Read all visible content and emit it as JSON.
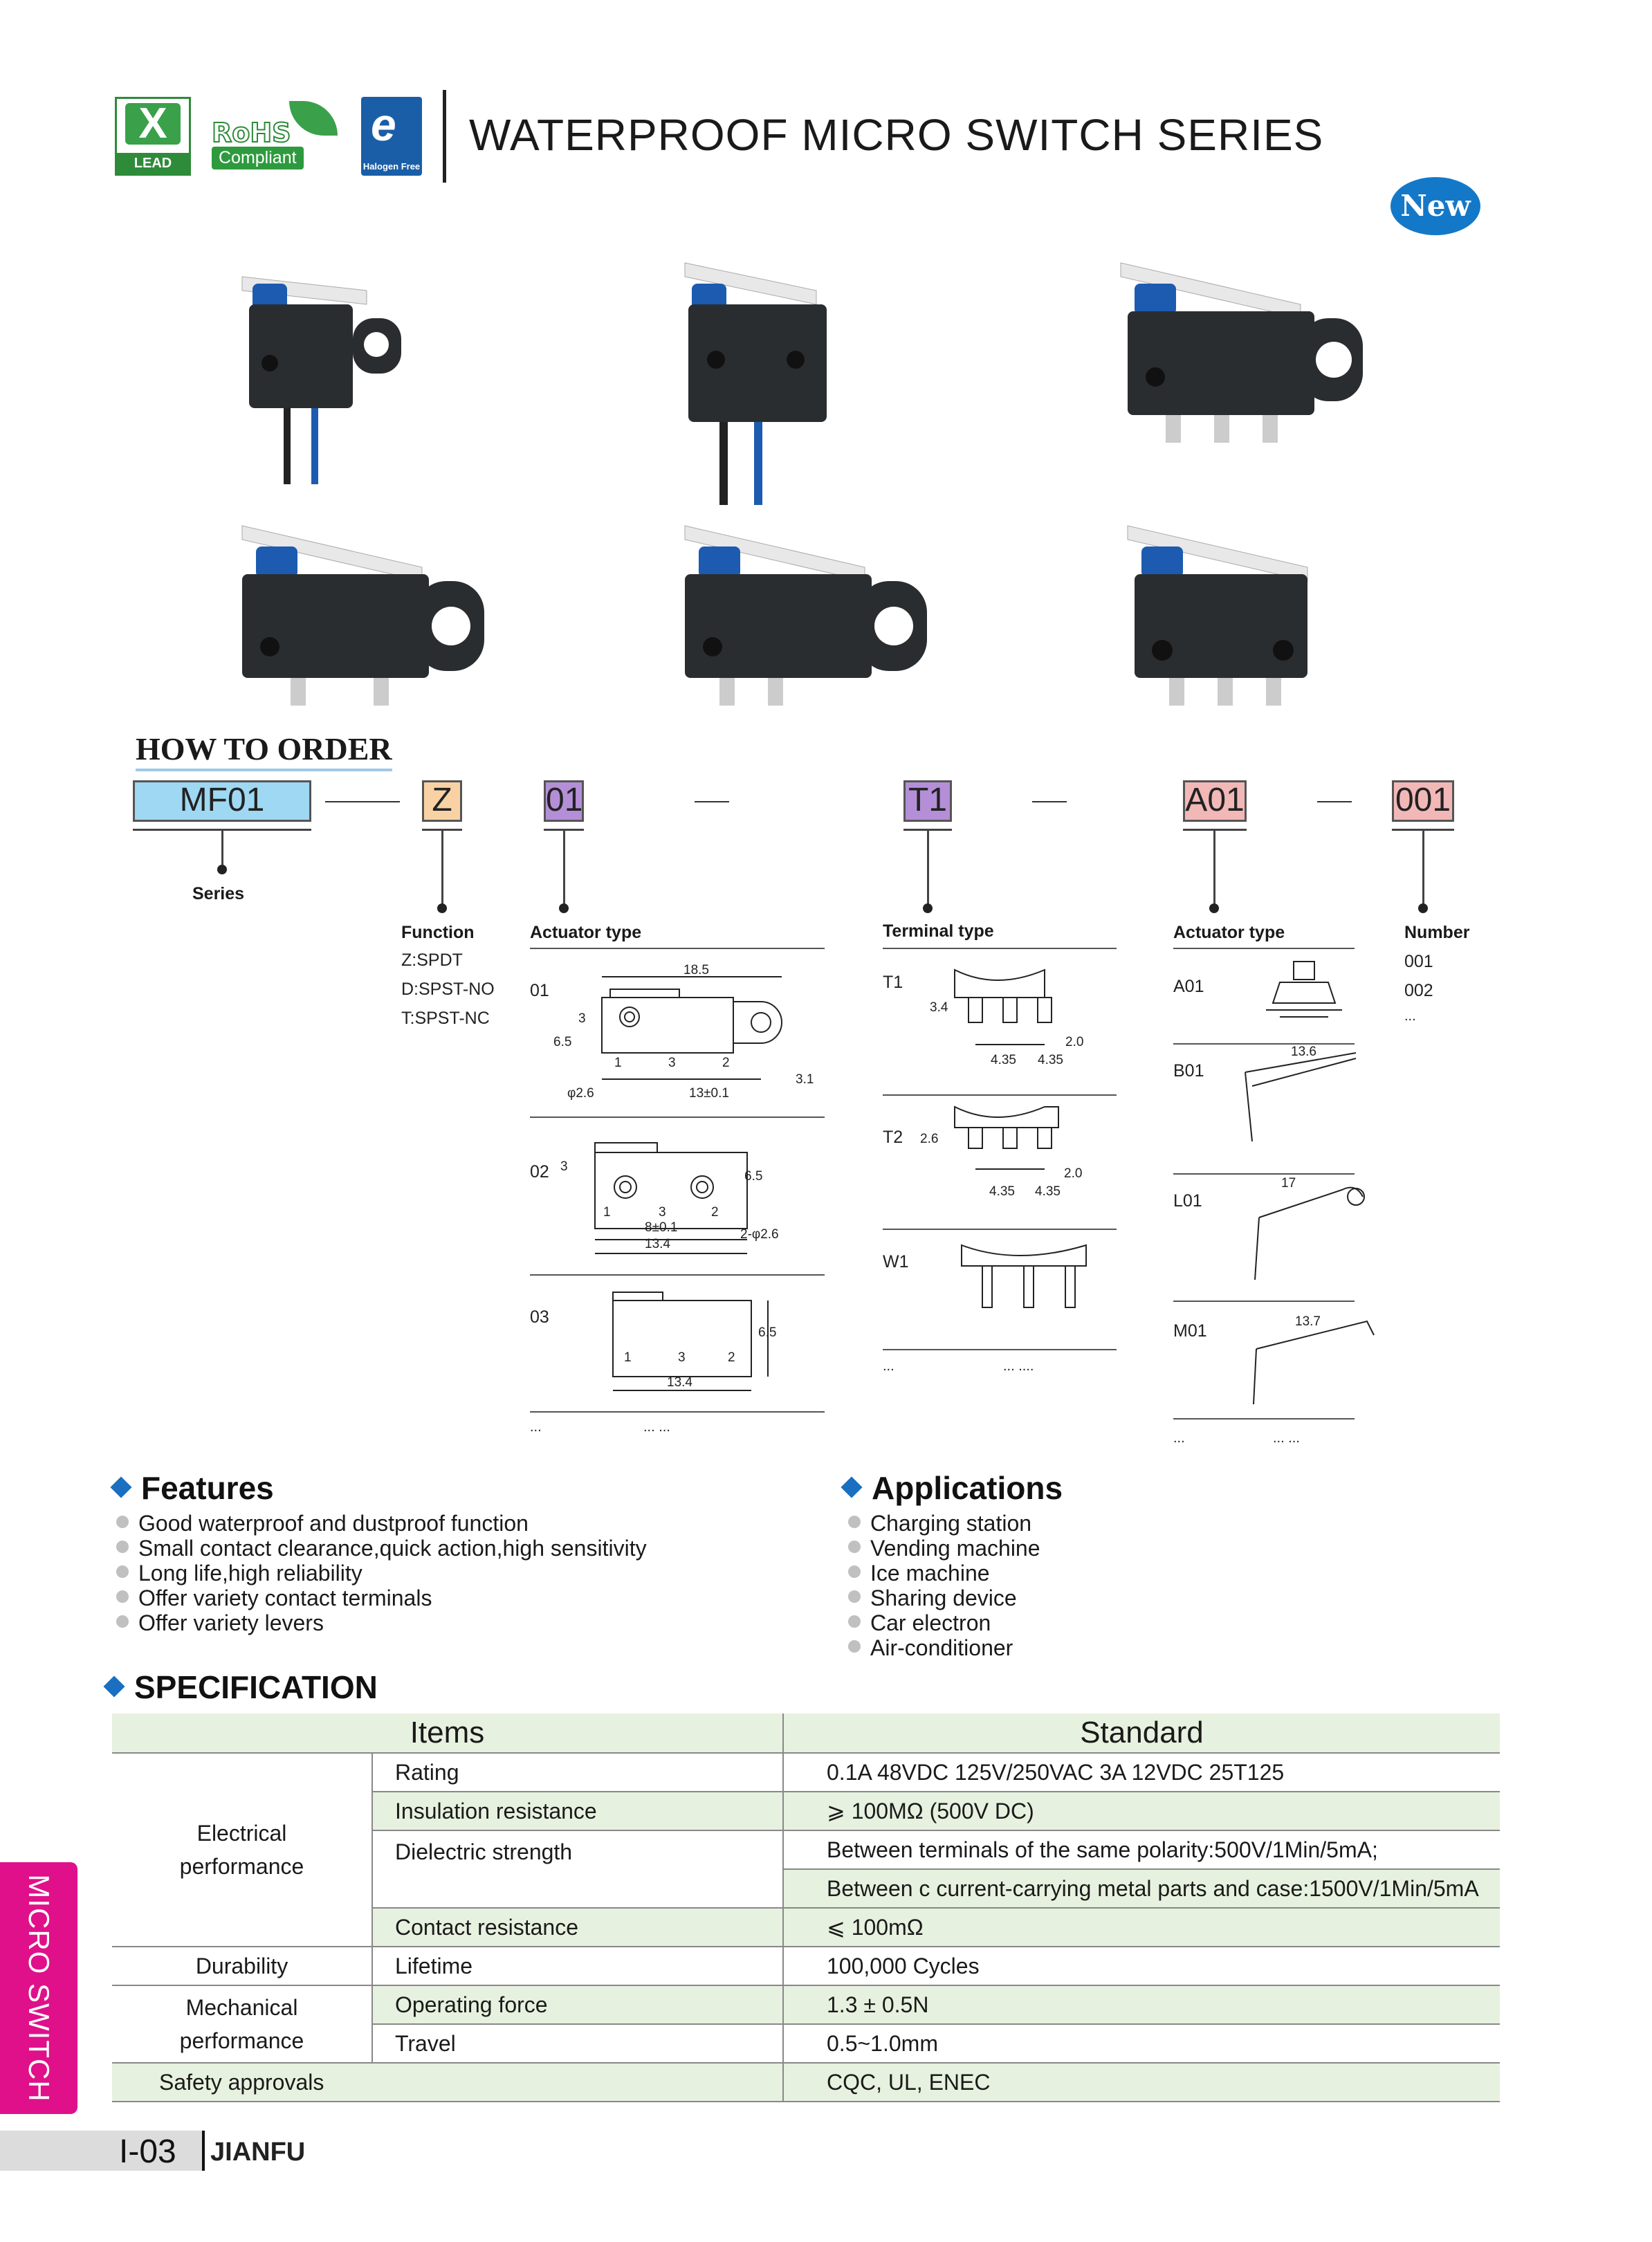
{
  "header": {
    "cert_lead_free": "LEAD FREE",
    "cert_rohs": "RoHS",
    "cert_rohs_compliant": "Compliant",
    "cert_halogen_free": "Halogen Free",
    "title": "WATERPROOF MICRO SWITCH SERIES",
    "new_badge": "New"
  },
  "how_to_order": {
    "title": "HOW TO ORDER",
    "codes": [
      {
        "text": "MF01",
        "color": "#9fd8f2"
      },
      {
        "text": "Z",
        "color": "#f8d2a4"
      },
      {
        "text": "01",
        "color": "#b48fd8"
      },
      {
        "text": "T1",
        "color": "#b48fd8"
      },
      {
        "text": "A01",
        "color": "#f2b8b8"
      },
      {
        "text": "001",
        "color": "#f2b8b8"
      }
    ],
    "dash": "—",
    "series_label": "Series",
    "function": {
      "label": "Function",
      "options": [
        "Z:SPDT",
        "D:SPST-NO",
        "T:SPST-NC"
      ]
    },
    "actuator_type_1": {
      "label": "Actuator type",
      "items": [
        {
          "code": "01",
          "dims": [
            "18.5",
            "3",
            "6.5",
            "φ2.6",
            "13±0.1",
            "3.1",
            "1",
            "3",
            "2"
          ]
        },
        {
          "code": "02",
          "dims": [
            "3",
            "6.5",
            "8±0.1",
            "13.4",
            "2-φ2.6",
            "1",
            "3",
            "2"
          ]
        },
        {
          "code": "03",
          "dims": [
            "6.5",
            "13.4",
            "1",
            "3",
            "2"
          ]
        }
      ],
      "more": "...",
      "more2": "... ..."
    },
    "terminal_type": {
      "label": "Terminal type",
      "items": [
        {
          "code": "T1",
          "dims": [
            "3.4",
            "4.35",
            "4.35",
            "2.0"
          ]
        },
        {
          "code": "T2",
          "dims": [
            "2.6",
            "4.35",
            "4.35",
            "2.0"
          ]
        },
        {
          "code": "W1",
          "dims": []
        }
      ],
      "more": "...",
      "more2": "... ...."
    },
    "actuator_type_2": {
      "label": "Actuator type",
      "items": [
        {
          "code": "A01",
          "dims": []
        },
        {
          "code": "B01",
          "dims": [
            "13.6"
          ]
        },
        {
          "code": "L01",
          "dims": [
            "17"
          ]
        },
        {
          "code": "M01",
          "dims": [
            "13.7"
          ]
        }
      ],
      "more": "...",
      "more2": "... ..."
    },
    "number": {
      "label": "Number",
      "options": [
        "001",
        "002",
        "..."
      ]
    }
  },
  "features": {
    "title": "Features",
    "items": [
      "Good waterproof and dustproof function",
      "Small contact clearance,quick action,high sensitivity",
      "Long life,high reliability",
      "Offer variety contact terminals",
      "Offer variety levers"
    ]
  },
  "applications": {
    "title": "Applications",
    "items": [
      "Charging station",
      "Vending machine",
      "Ice machine",
      "Sharing device",
      "Car electron",
      "Air-conditioner"
    ]
  },
  "specification": {
    "title": "SPECIFICATION",
    "header_items": "Items",
    "header_standard": "Standard",
    "groups": {
      "electrical": "Electrical performance",
      "durability": "Durability",
      "mechanical": "Mechanical performance",
      "safety": "Safety approvals"
    },
    "rows": {
      "rating": {
        "item": "Rating",
        "standard": "0.1A 48VDC 125V/250VAC 3A 12VDC 25T125"
      },
      "insulation": {
        "item": "Insulation resistance",
        "standard": "⩾ 100MΩ (500V DC)"
      },
      "dielectric": {
        "item": "Dielectric strength",
        "standard": "Between terminals of the same polarity:500V/1Min/5mA;",
        "standard2": "Between c current-carrying metal parts and case:1500V/1Min/5mA"
      },
      "contact": {
        "item": "Contact resistance",
        "standard": "⩽ 100mΩ"
      },
      "lifetime": {
        "item": "Lifetime",
        "standard": "100,000 Cycles"
      },
      "operating": {
        "item": "Operating force",
        "standard": "1.3 ± 0.5N"
      },
      "travel": {
        "item": "Travel",
        "standard": "0.5~1.0mm"
      },
      "safety": {
        "standard": "CQC, UL, ENEC"
      }
    }
  },
  "side_tab": "MICRO SWITCH",
  "footer": {
    "page": "I-03",
    "brand": "JIANFU"
  }
}
